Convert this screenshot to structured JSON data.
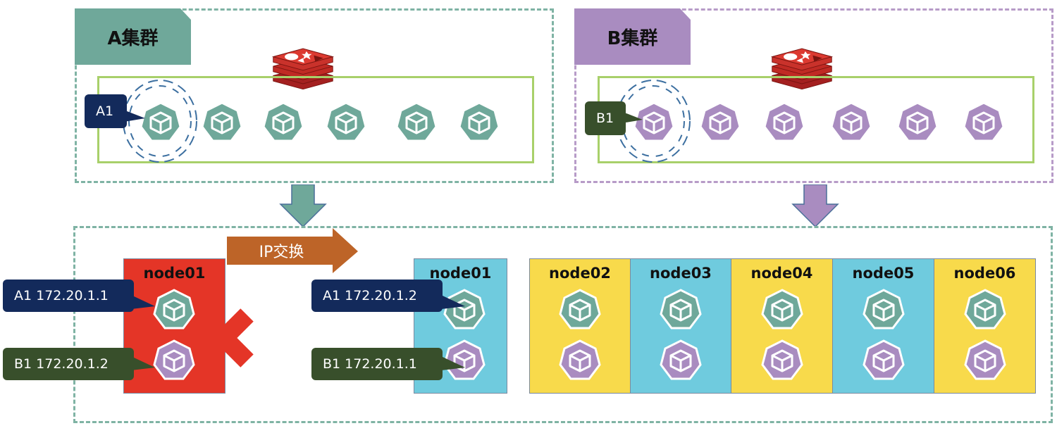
{
  "clusters": {
    "a": {
      "label": "A集群",
      "pod_label": "A1",
      "color": "#6fa89a"
    },
    "b": {
      "label": "B集群",
      "pod_label": "B1",
      "color": "#a98cc0"
    }
  },
  "ip_swap": {
    "label": "IP交换",
    "color": "#bd6428"
  },
  "failed_node": {
    "label": "node01",
    "pod_a_callout": "A1 172.20.1.1",
    "pod_b_callout": "B1 172.20.1.2",
    "color": "#e43527"
  },
  "new_node": {
    "label": "node01",
    "pod_a_callout": "A1 172.20.1.2",
    "pod_b_callout": "B1 172.20.1.1",
    "color": "#6fcbde"
  },
  "nodes": [
    {
      "label": "node02",
      "color": "#f8da4b"
    },
    {
      "label": "node03",
      "color": "#6fcbde"
    },
    {
      "label": "node04",
      "color": "#f8da4b"
    },
    {
      "label": "node05",
      "color": "#6fcbde"
    },
    {
      "label": "node06",
      "color": "#f8da4b"
    }
  ],
  "icons": {
    "pod": "kubernetes-pod-icon",
    "redis": "redis-icon",
    "failure": "red-x-icon",
    "arrow": "down-arrow-icon"
  }
}
